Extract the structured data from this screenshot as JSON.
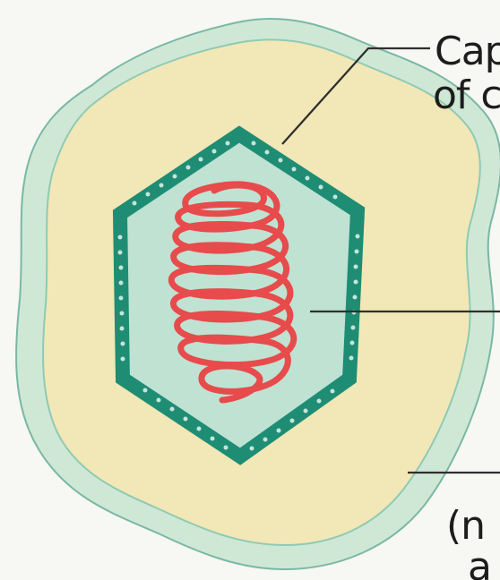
{
  "labels": {
    "capsid_line1": "Cap",
    "capsid_line2": "of c",
    "bottom_line1": "(n",
    "bottom_line2": "a"
  },
  "colors": {
    "background": "#f7f7f4",
    "outer_envelope_fill": "#cfe8d6",
    "cell_fill": "#f2e7b6",
    "capsid_outline": "#1e8d74",
    "capsid_fill": "#bfe2d3",
    "nucleic_acid": "#e74b4b",
    "leader_line": "#2f2f2f"
  }
}
